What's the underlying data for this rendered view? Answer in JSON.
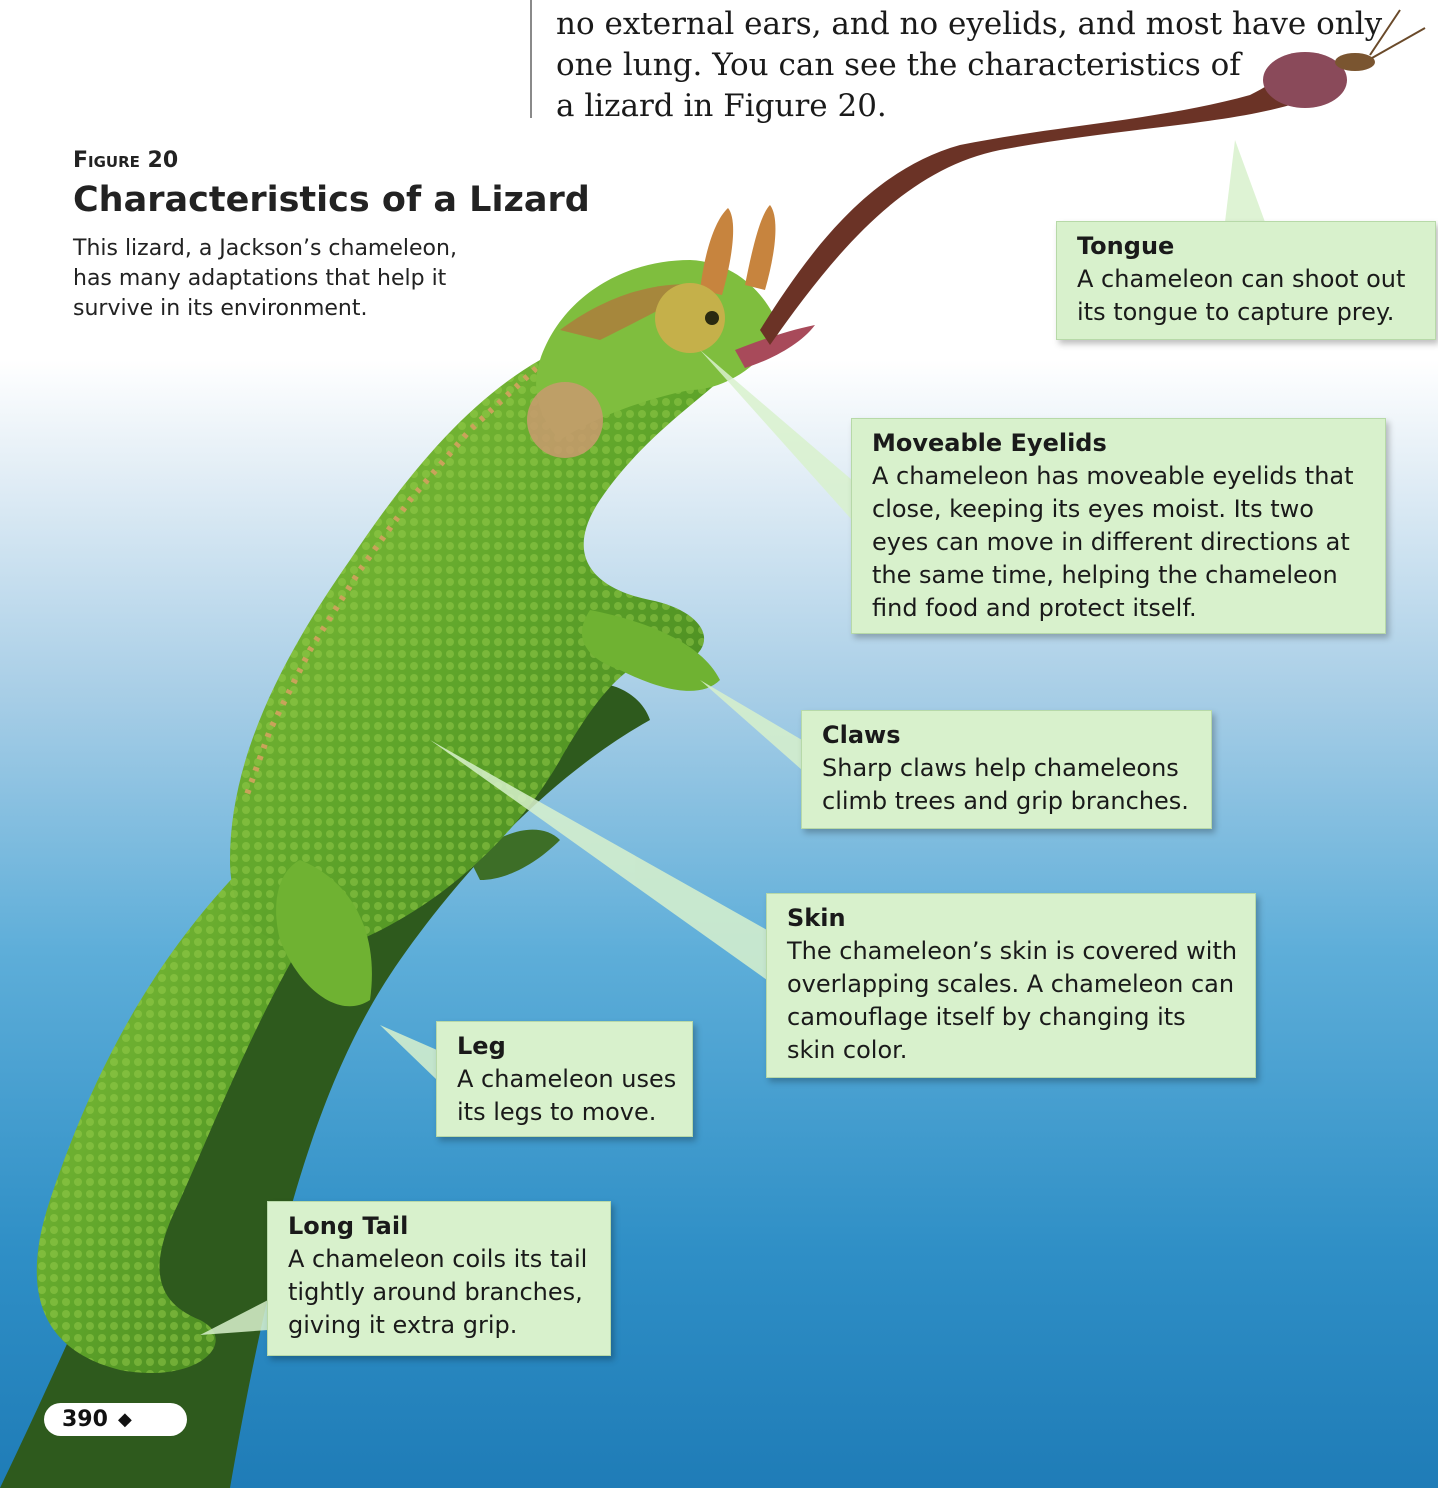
{
  "body_text": {
    "lines": [
      "no external ears, and no eyelids, and most have only",
      "one lung. You can see the characteristics of",
      "a lizard in Figure 20."
    ]
  },
  "figure": {
    "label": "Figure 20",
    "title": "Characteristics of a Lizard",
    "caption_lines": [
      "This lizard, a Jackson’s chameleon,",
      "has many adaptations that help it",
      "survive in its environment."
    ]
  },
  "callouts": {
    "tongue": {
      "title": "Tongue",
      "lines": [
        "A chameleon can shoot out",
        "its tongue to capture prey."
      ]
    },
    "eyelids": {
      "title": "Moveable Eyelids",
      "lines": [
        "A chameleon has moveable eyelids that",
        "close, keeping its eyes moist. Its two",
        "eyes can move in different directions at",
        "the same time, helping the chameleon",
        "find food and protect itself."
      ]
    },
    "claws": {
      "title": "Claws",
      "lines": [
        "Sharp claws help chameleons",
        "climb trees and grip branches."
      ]
    },
    "skin": {
      "title": "Skin",
      "lines": [
        "The chameleon’s skin is covered with",
        "overlapping scales. A chameleon can",
        "camouflage itself by changing its",
        "skin color."
      ]
    },
    "leg": {
      "title": "Leg",
      "lines": [
        "A chameleon uses",
        "its legs to move."
      ]
    },
    "tail": {
      "title": "Long Tail",
      "lines": [
        "A chameleon coils its tail",
        "tightly around branches,",
        "giving it extra grip."
      ]
    }
  },
  "page_number": "390",
  "page_marker_icon": "diamond-icon",
  "colors": {
    "callout_fill": "#d8f1cc",
    "chameleon_green": "#62a82c",
    "branch": "#2f5a1e",
    "background_blue": "#2f8fc6"
  }
}
